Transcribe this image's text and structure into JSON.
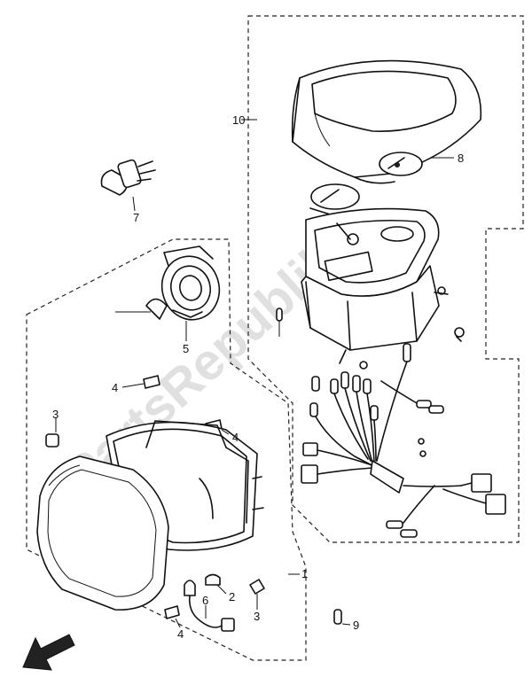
{
  "watermark": "PartsRepublik",
  "callouts": [
    {
      "id": "2",
      "label": "2",
      "part": "socket"
    },
    {
      "id": "3a",
      "label": "3",
      "part": "bulb-small-left"
    },
    {
      "id": "3b",
      "label": "3",
      "part": "bulb-small-bottom"
    },
    {
      "id": "4a",
      "label": "4",
      "part": "clip-top"
    },
    {
      "id": "4b",
      "label": "4",
      "part": "clip-right"
    },
    {
      "id": "4c",
      "label": "4",
      "part": "clip-bottom"
    },
    {
      "id": "5",
      "label": "5",
      "part": "headlight-socket-assembly"
    },
    {
      "id": "6",
      "label": "6",
      "part": "cord"
    },
    {
      "id": "7",
      "label": "7",
      "part": "headlight-bulb"
    },
    {
      "id": "8",
      "label": "8",
      "part": "meter-bulb"
    },
    {
      "id": "9",
      "label": "9",
      "part": "meter-assembly"
    },
    {
      "id": "10",
      "label": "10",
      "part": "meter-cover"
    },
    {
      "id": "1",
      "label": "1",
      "part": "headlight-assembly"
    }
  ],
  "icons": {
    "direction": "arrow-front-icon"
  }
}
